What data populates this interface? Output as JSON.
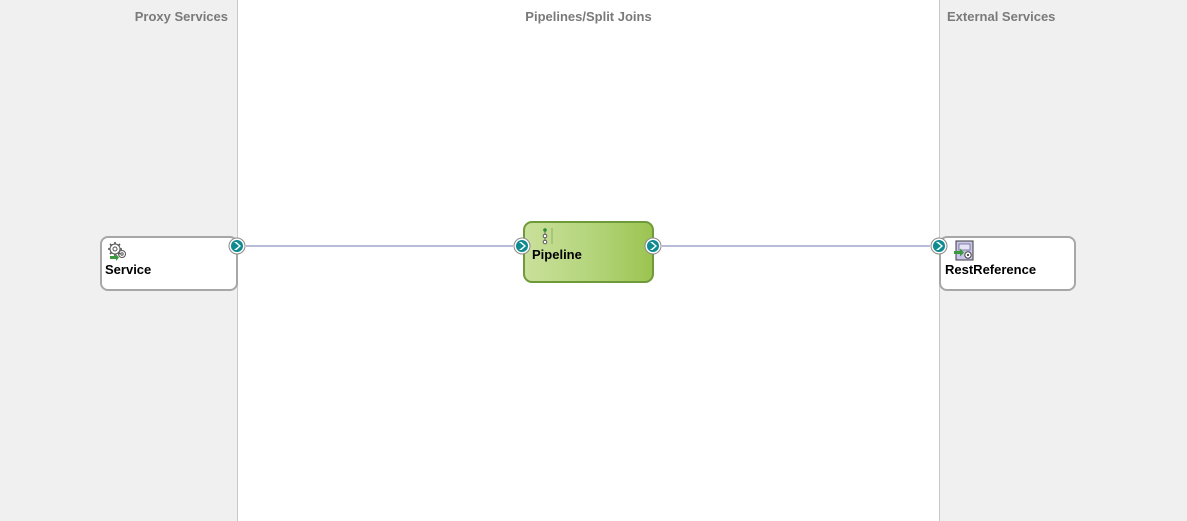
{
  "lanes": {
    "proxy_title": "Proxy Services",
    "pipeline_title": "Pipelines/Split Joins",
    "external_title": "External Services"
  },
  "nodes": {
    "proxy_label": "Service",
    "pipeline_label": "Pipeline",
    "external_label": "RestReference"
  },
  "icons": {
    "proxy": "gear-service-icon",
    "pipeline": "pipeline-flow-icon",
    "external": "rest-reference-icon",
    "port": "chevron-port-icon"
  },
  "colors": {
    "lane_background": "#f0f0f0",
    "canvas_background": "#ffffff",
    "wire": "#b8bcd6",
    "port": "#0e8a91",
    "pipeline_fill": "#b3d47a",
    "pipeline_border": "#6f9a3a"
  }
}
